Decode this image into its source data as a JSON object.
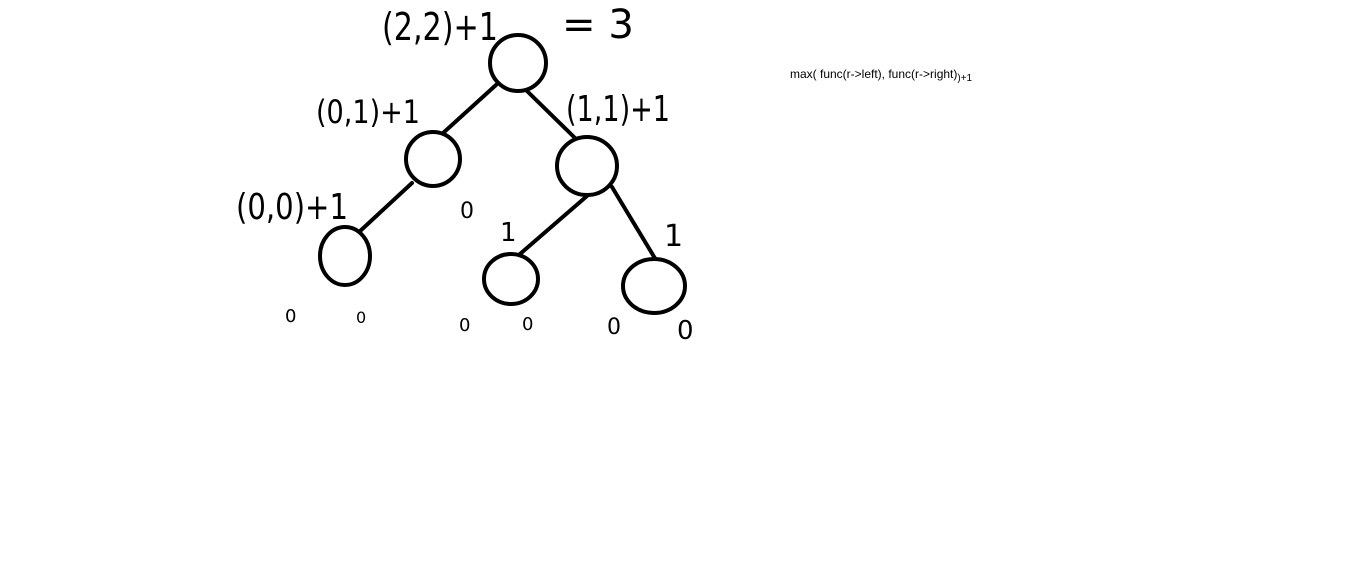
{
  "tree": {
    "root": {
      "label": "(2,2)+1",
      "result": "= 3"
    },
    "left_child": {
      "label": "(0,1)+1",
      "right_null": "0"
    },
    "right_child": {
      "label": "(1,1)+1"
    },
    "left_left_leaf": {
      "label": "(0,0)+1",
      "null_left": "0",
      "null_right": "0"
    },
    "right_left_leaf": {
      "label": "1",
      "null_left": "0",
      "null_right": "0"
    },
    "right_right_leaf": {
      "label": "1",
      "null_left": "0",
      "null_right": "0"
    }
  },
  "formula": {
    "main": "max( func(r->left), func(r->right)",
    "tail": ")+1"
  },
  "colors": {
    "ink": "#000000",
    "background": "#ffffff"
  }
}
